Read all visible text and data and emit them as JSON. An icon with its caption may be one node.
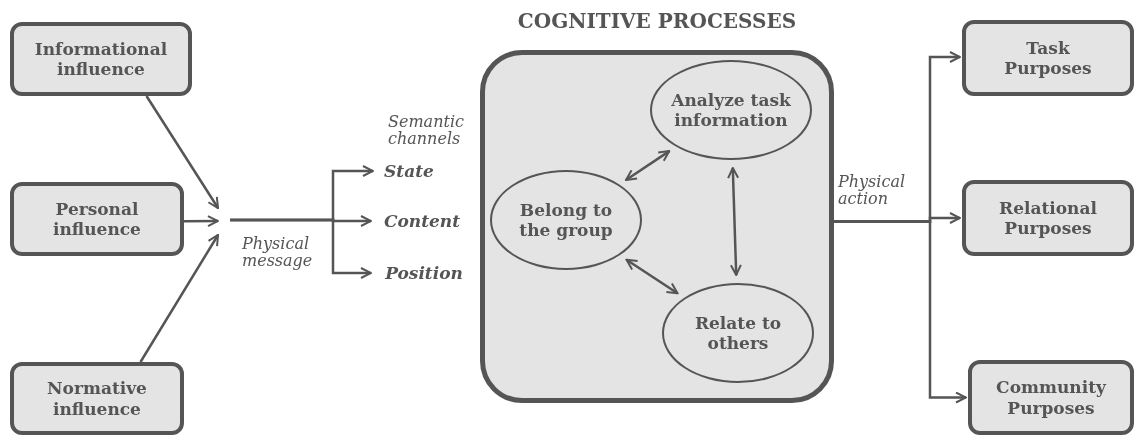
{
  "diagram": {
    "nodes": [
      {
        "text": [
          "Informational influence"
        ]
      },
      {
        "text": [
          "Personal influence"
        ]
      },
      {
        "text": [
          "Normative influence"
        ]
      },
      {
        "text": [
          "State"
        ]
      },
      {
        "text": [
          "Content"
        ]
      },
      {
        "text": [
          "Position"
        ]
      },
      {
        "text": [
          "COGNITIVE PROCESSES"
        ]
      },
      {
        "text": [
          "Analyze task information"
        ],
        "in": 6
      },
      {
        "text": [
          "Belong to the group"
        ],
        "in": 6
      },
      {
        "text": [
          "Relate to others"
        ],
        "in": 6
      },
      {
        "text": [
          "Task Purposes"
        ]
      },
      {
        "text": [
          "Relational Purposes"
        ]
      },
      {
        "text": [
          "Community Purposes"
        ]
      }
    ],
    "edges": [
      {
        "from": 0,
        "to": null,
        "arrow": "to"
      },
      {
        "from": 1,
        "to": null,
        "arrow": "to"
      },
      {
        "from": 2,
        "to": null,
        "arrow": "to"
      },
      {
        "from": null,
        "to": 3,
        "arrow": "to"
      },
      {
        "from": null,
        "to": 4,
        "arrow": "to"
      },
      {
        "from": null,
        "to": 5,
        "arrow": "to"
      },
      {
        "from": 8,
        "to": 7,
        "arrow": "both"
      },
      {
        "from": 7,
        "to": 9,
        "arrow": "both"
      },
      {
        "from": 8,
        "to": 9,
        "arrow": "both"
      },
      {
        "from": 6,
        "to": 10,
        "arrow": "to"
      },
      {
        "from": 6,
        "to": 11,
        "arrow": "to"
      },
      {
        "from": 6,
        "to": 12,
        "arrow": "to"
      }
    ],
    "labels": [
      "Semantic channels",
      "Physical message",
      "Physical action"
    ]
  }
}
